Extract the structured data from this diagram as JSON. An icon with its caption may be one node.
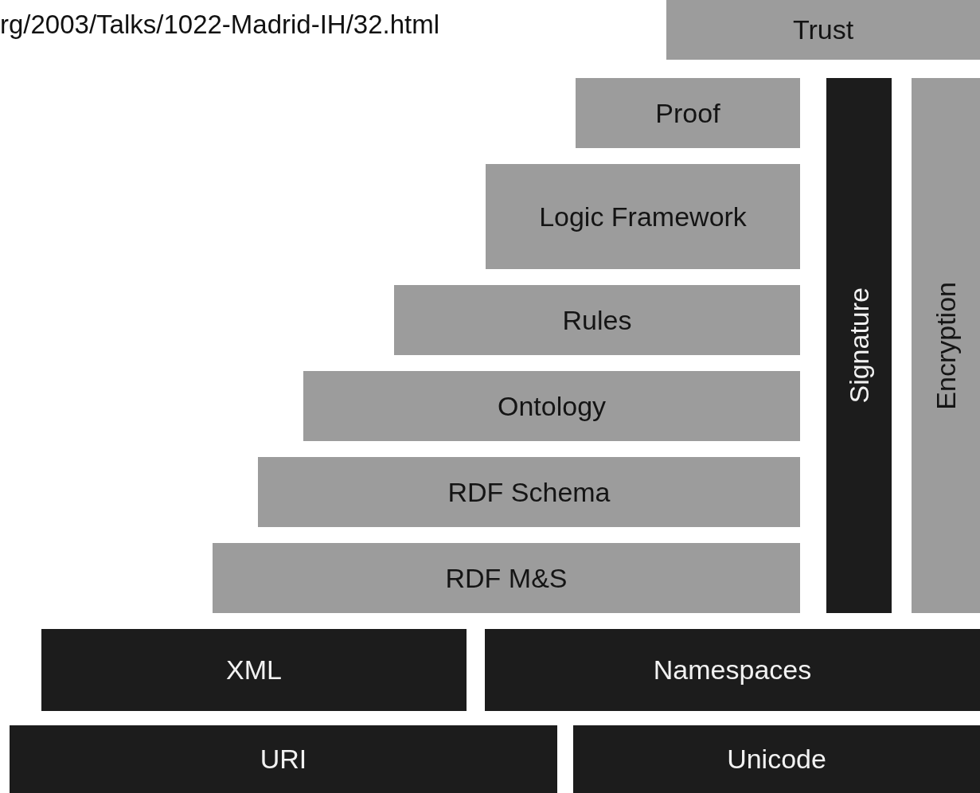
{
  "diagram": {
    "nodes": [
      {
        "text": [
          "Trust"
        ]
      },
      {
        "text": [
          "Proof"
        ]
      },
      {
        "text": [
          "Logic Framework"
        ]
      },
      {
        "text": [
          "Rules"
        ]
      },
      {
        "text": [
          "Ontology"
        ]
      },
      {
        "text": [
          "RDF Schema"
        ]
      },
      {
        "text": [
          "RDF M&S"
        ]
      },
      {
        "text": [
          "Signature"
        ]
      },
      {
        "text": [
          "Encryption"
        ]
      },
      {
        "text": [
          "XML"
        ]
      },
      {
        "text": [
          "Namespaces"
        ]
      },
      {
        "text": [
          "URI"
        ]
      },
      {
        "text": [
          "Unicode"
        ]
      }
    ],
    "labels": [
      "rg/2003/Talks/1022-Madrid-IH/32.html"
    ]
  }
}
